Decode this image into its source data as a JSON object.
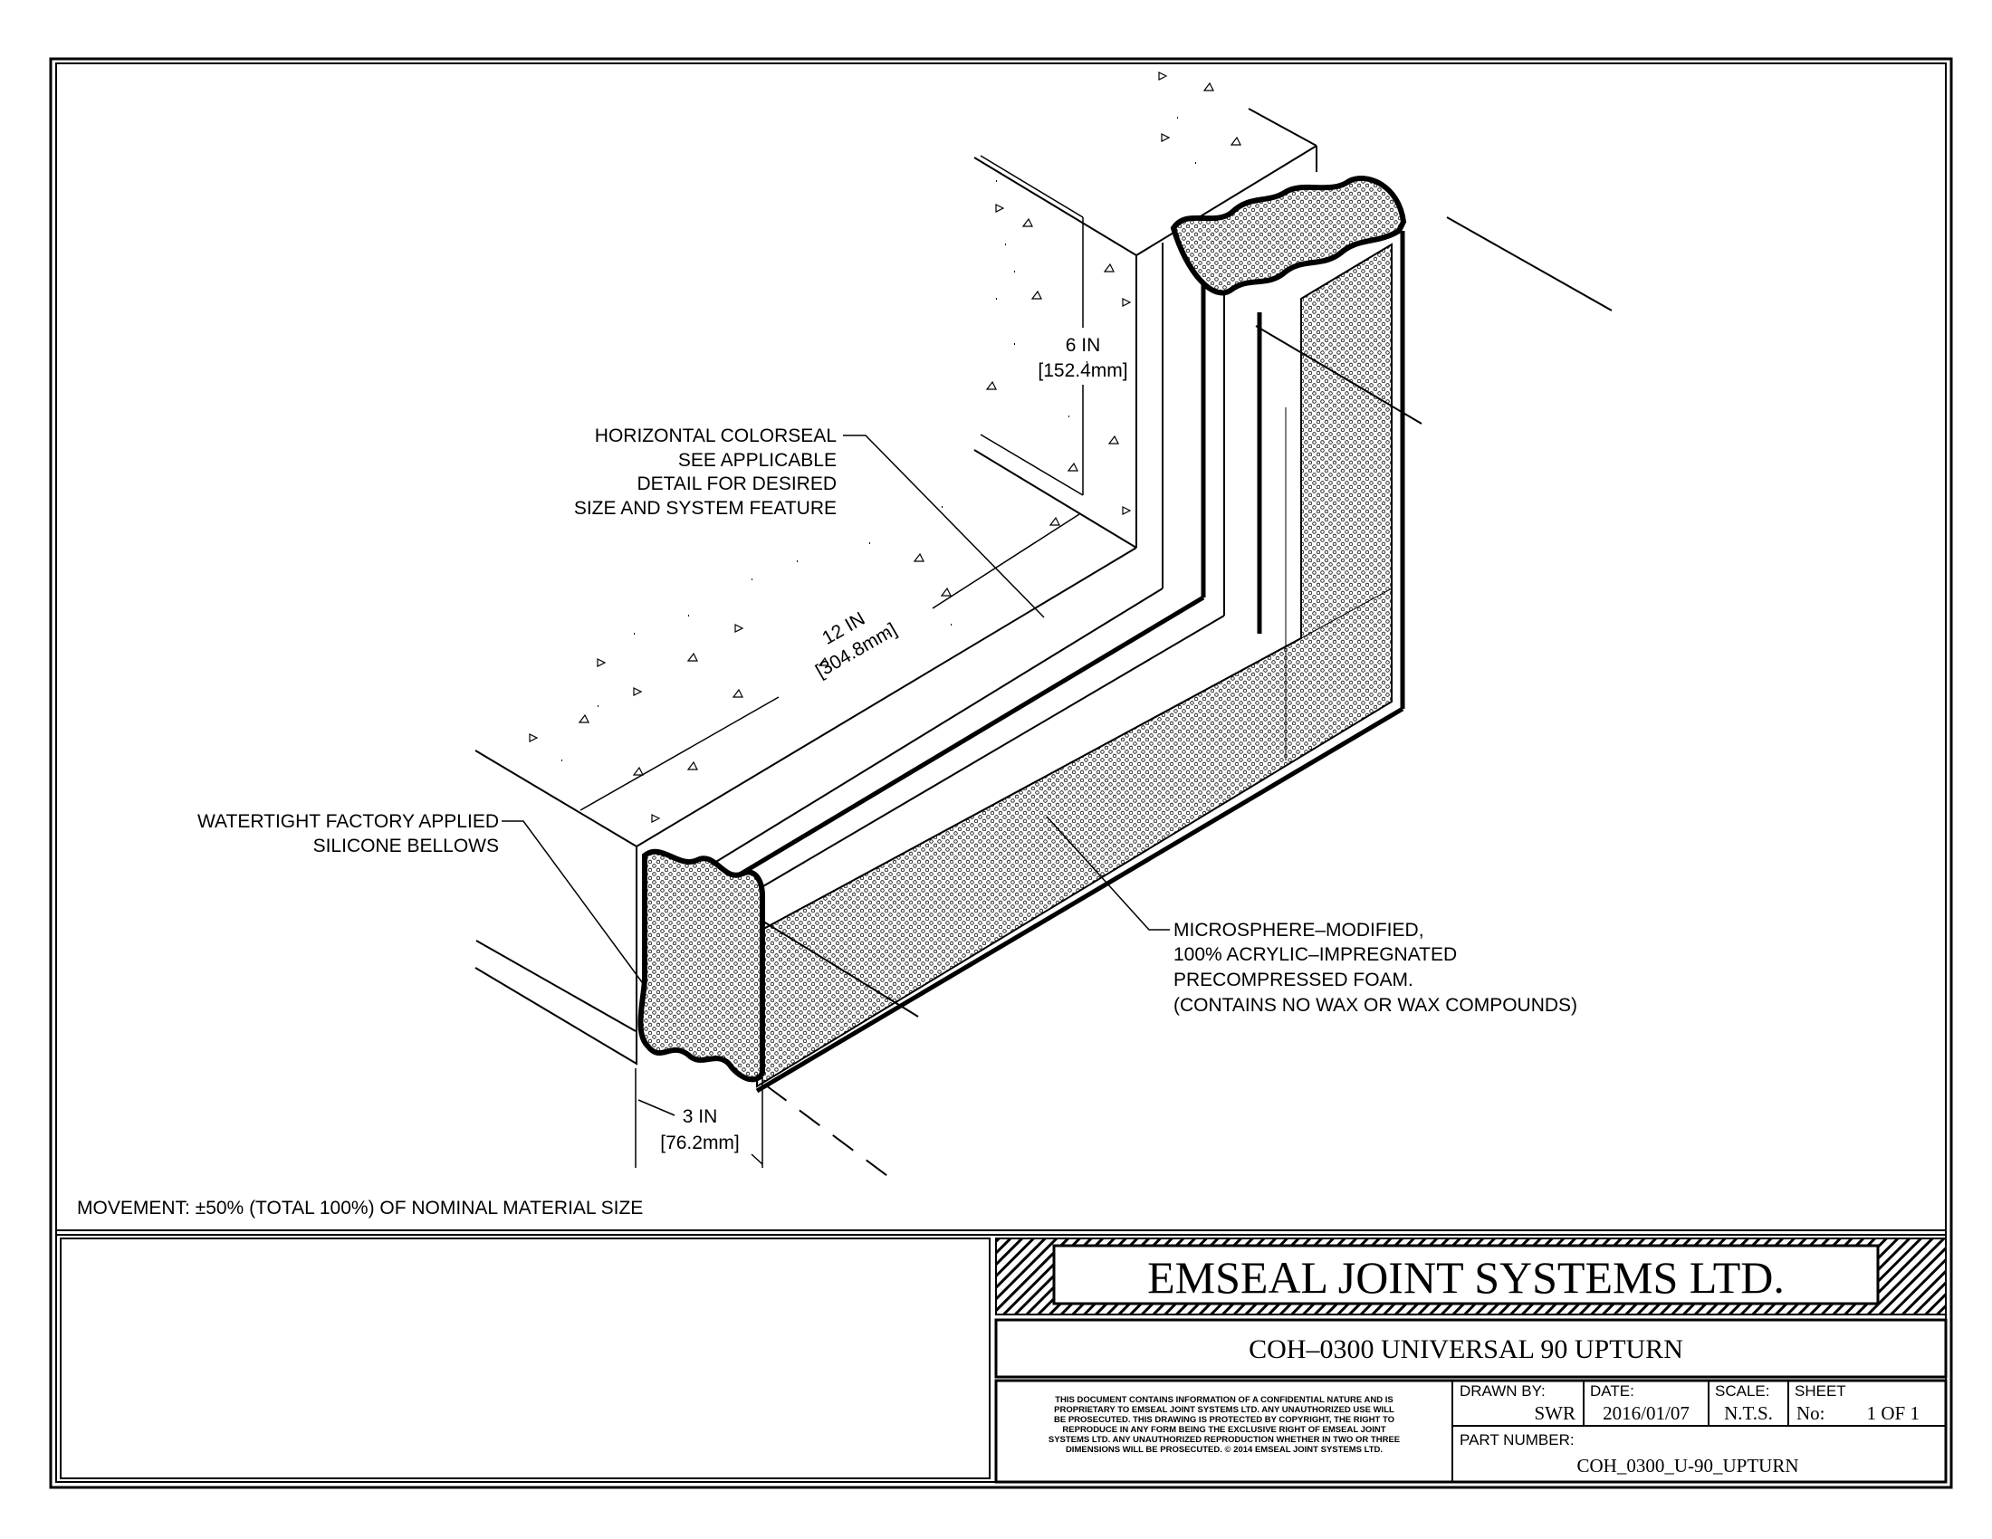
{
  "drawing": {
    "dim_height": {
      "value": "6 IN",
      "metric": "[152.4mm]"
    },
    "dim_length": {
      "value": "12 IN",
      "metric": "[304.8mm]"
    },
    "dim_width": {
      "value": "3 IN",
      "metric": "[76.2mm]"
    },
    "callout_colorseal": [
      "HORIZONTAL COLORSEAL",
      "SEE APPLICABLE",
      "DETAIL FOR DESIRED",
      "SIZE AND SYSTEM FEATURE"
    ],
    "callout_bellows": [
      "WATERTIGHT FACTORY APPLIED",
      "SILICONE BELLOWS"
    ],
    "callout_foam": [
      "MICROSPHERE–MODIFIED,",
      "100% ACRYLIC–IMPREGNATED",
      "PRECOMPRESSED FOAM.",
      "(CONTAINS NO WAX OR WAX COMPOUNDS)"
    ],
    "movement_note": "MOVEMENT: ±50% (TOTAL 100%) OF NOMINAL MATERIAL SIZE"
  },
  "title_block": {
    "company": "EMSEAL JOINT SYSTEMS LTD.",
    "title": "COH–0300 UNIVERSAL 90 UPTURN",
    "legal": [
      "THIS DOCUMENT CONTAINS INFORMATION OF A CONFIDENTIAL NATURE AND IS",
      "PROPRIETARY TO EMSEAL JOINT SYSTEMS LTD. ANY UNAUTHORIZED USE WILL",
      "BE PROSECUTED. THIS DRAWING IS PROTECTED BY COPYRIGHT, THE RIGHT TO",
      "REPRODUCE IN ANY FORM BEING THE EXCLUSIVE RIGHT OF EMSEAL JOINT",
      "SYSTEMS LTD. ANY UNAUTHORIZED REPRODUCTION WHETHER IN TWO OR THREE",
      "DIMENSIONS WILL BE PROSECUTED. © 2014 EMSEAL JOINT SYSTEMS LTD."
    ],
    "drawn_by_label": "DRAWN BY:",
    "drawn_by": "SWR",
    "date_label": "DATE:",
    "date": "2016/01/07",
    "scale_label": "SCALE:",
    "scale": "N.T.S.",
    "sheet_label": "SHEET",
    "sheet_no_label": "No:",
    "sheet": "1 OF 1",
    "part_number_label": "PART NUMBER:",
    "part_number": "COH_0300_U-90_UPTURN"
  }
}
